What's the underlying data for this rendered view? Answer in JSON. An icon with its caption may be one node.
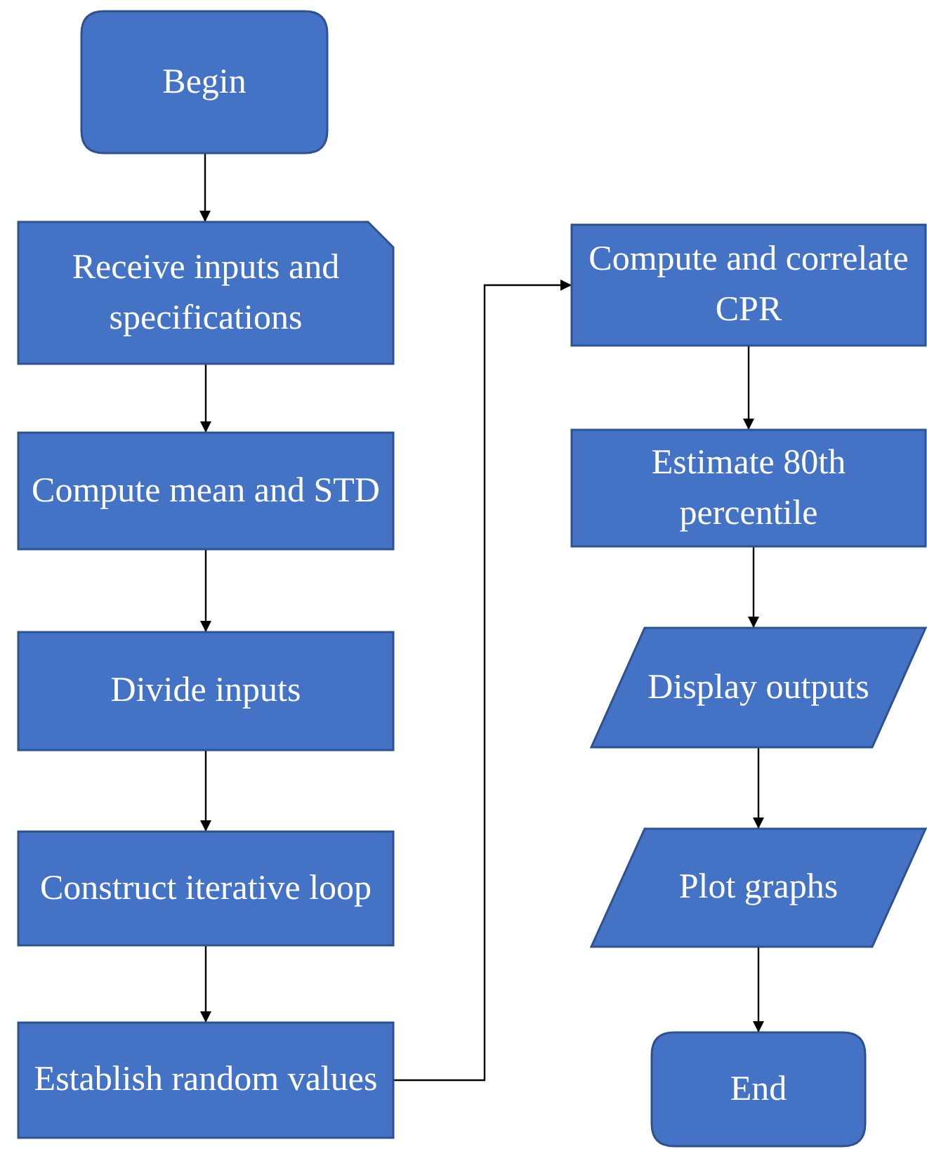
{
  "diagram": {
    "nodes": [
      {
        "text": [
          "Begin"
        ]
      },
      {
        "text": [
          "Receive inputs and specifications"
        ]
      },
      {
        "text": [
          "Compute mean and STD"
        ]
      },
      {
        "text": [
          "Divide inputs"
        ]
      },
      {
        "text": [
          "Construct iterative loop"
        ]
      },
      {
        "text": [
          "Establish random values"
        ]
      },
      {
        "text": [
          "Compute and correlate CPR"
        ]
      },
      {
        "text": [
          "Estimate 80th percentile"
        ]
      },
      {
        "text": [
          "Display outputs"
        ]
      },
      {
        "text": [
          "Plot graphs"
        ]
      },
      {
        "text": [
          "End"
        ]
      }
    ],
    "edges": [
      {
        "from": 0,
        "to": 1,
        "arrow": "to"
      },
      {
        "from": 1,
        "to": 2,
        "arrow": "to"
      },
      {
        "from": 2,
        "to": 3,
        "arrow": "to"
      },
      {
        "from": 3,
        "to": 4,
        "arrow": "to"
      },
      {
        "from": 4,
        "to": 5,
        "arrow": "to"
      },
      {
        "from": 5,
        "to": 6,
        "arrow": "to"
      },
      {
        "from": 6,
        "to": 7,
        "arrow": "to"
      },
      {
        "from": 7,
        "to": 8,
        "arrow": "to"
      },
      {
        "from": 8,
        "to": 9,
        "arrow": "to"
      },
      {
        "from": 9,
        "to": 10,
        "arrow": "to"
      }
    ]
  }
}
